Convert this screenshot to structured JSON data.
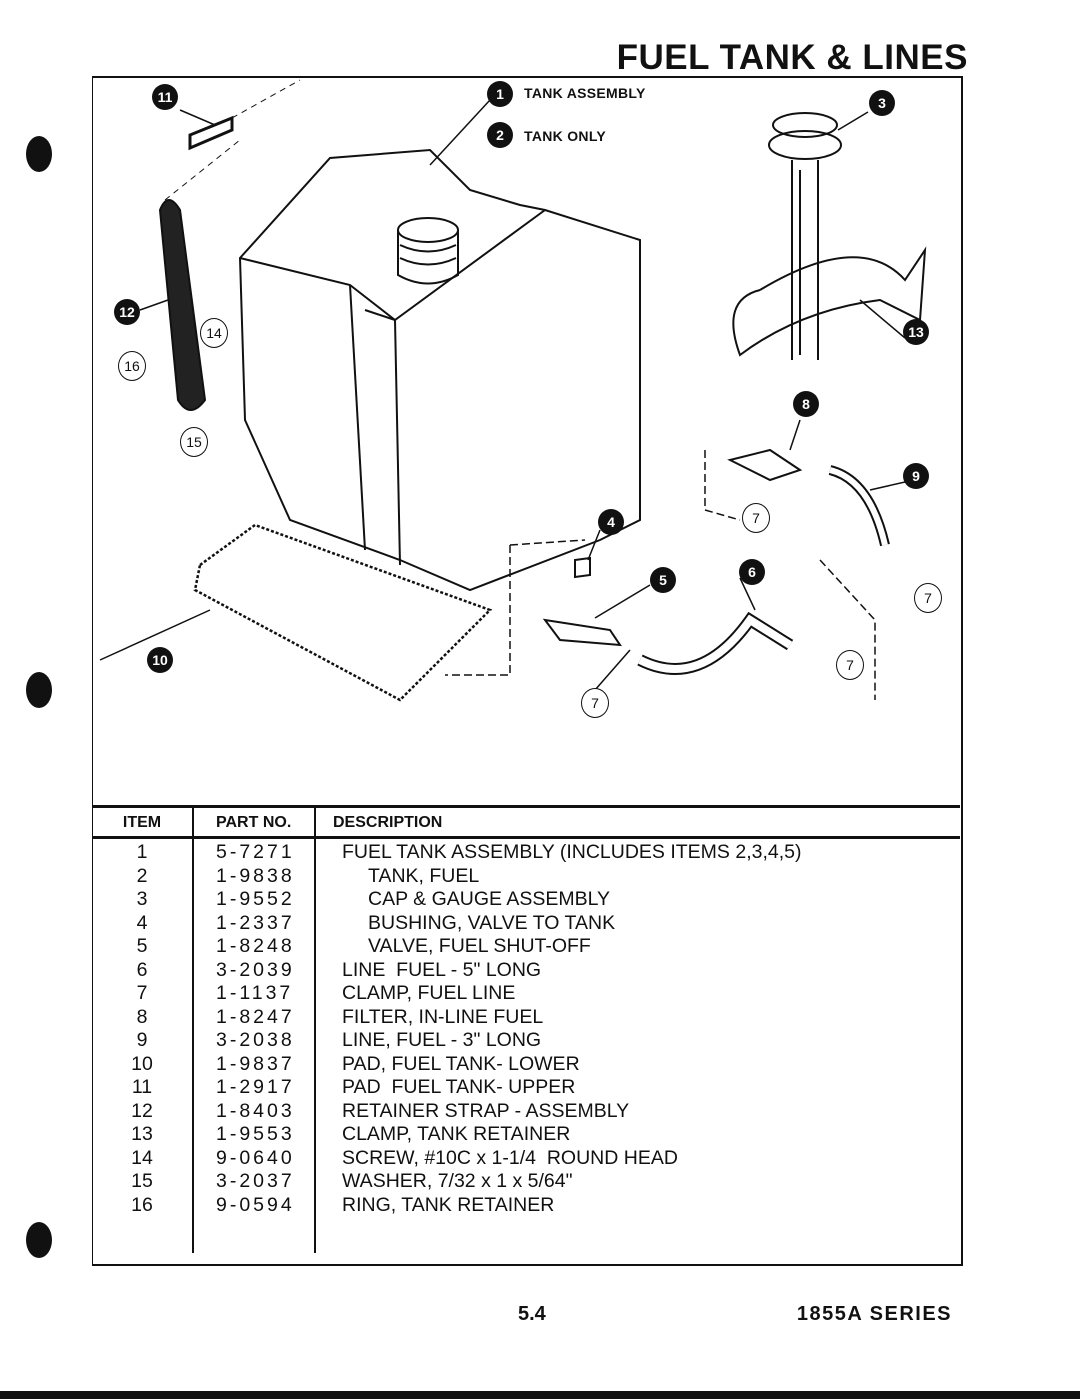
{
  "page_title": "FUEL TANK & LINES",
  "diagram": {
    "callouts_filled": [
      "1",
      "2",
      "3",
      "4",
      "5",
      "6",
      "8",
      "9",
      "10",
      "11",
      "12",
      "13"
    ],
    "callouts_open": [
      "7",
      "14",
      "15",
      "16"
    ],
    "labels": {
      "tank_assembly": "TANK ASSEMBLY",
      "tank_only": "TANK ONLY"
    }
  },
  "table": {
    "headers": {
      "item": "ITEM",
      "part_no": "PART NO.",
      "description": "DESCRIPTION"
    },
    "rows": [
      {
        "item": "1",
        "part": "5-7271",
        "desc": "FUEL TANK ASSEMBLY (INCLUDES ITEMS 2,3,4,5)",
        "indent": false
      },
      {
        "item": "2",
        "part": "1-9838",
        "desc": "TANK, FUEL",
        "indent": true
      },
      {
        "item": "3",
        "part": "1-9552",
        "desc": "CAP & GAUGE ASSEMBLY",
        "indent": true
      },
      {
        "item": "4",
        "part": "1-2337",
        "desc": "BUSHING, VALVE TO TANK",
        "indent": true
      },
      {
        "item": "5",
        "part": "1-8248",
        "desc": "VALVE, FUEL SHUT-OFF",
        "indent": true
      },
      {
        "item": "6",
        "part": "3-2039",
        "desc": "LINE  FUEL - 5\" LONG",
        "indent": false
      },
      {
        "item": "7",
        "part": "1-1137",
        "desc": "CLAMP, FUEL LINE",
        "indent": false
      },
      {
        "item": "8",
        "part": "1-8247",
        "desc": "FILTER, IN-LINE FUEL",
        "indent": false
      },
      {
        "item": "9",
        "part": "3-2038",
        "desc": "LINE, FUEL - 3\" LONG",
        "indent": false
      },
      {
        "item": "10",
        "part": "1-9837",
        "desc": "PAD, FUEL TANK- LOWER",
        "indent": false
      },
      {
        "item": "11",
        "part": "1-2917",
        "desc": "PAD  FUEL TANK- UPPER",
        "indent": false
      },
      {
        "item": "12",
        "part": "1-8403",
        "desc": "RETAINER STRAP - ASSEMBLY",
        "indent": false
      },
      {
        "item": "13",
        "part": "1-9553",
        "desc": "CLAMP, TANK RETAINER",
        "indent": false
      },
      {
        "item": "14",
        "part": "9-0640",
        "desc": "SCREW, #10C x 1-1/4  ROUND HEAD",
        "indent": false
      },
      {
        "item": "15",
        "part": "3-2037",
        "desc": "WASHER, 7/32 x 1 x 5/64\"",
        "indent": false
      },
      {
        "item": "16",
        "part": "9-0594",
        "desc": "RING, TANK RETAINER",
        "indent": false
      }
    ]
  },
  "footer": {
    "page_number": "5.4",
    "series": "1855A SERIES"
  }
}
